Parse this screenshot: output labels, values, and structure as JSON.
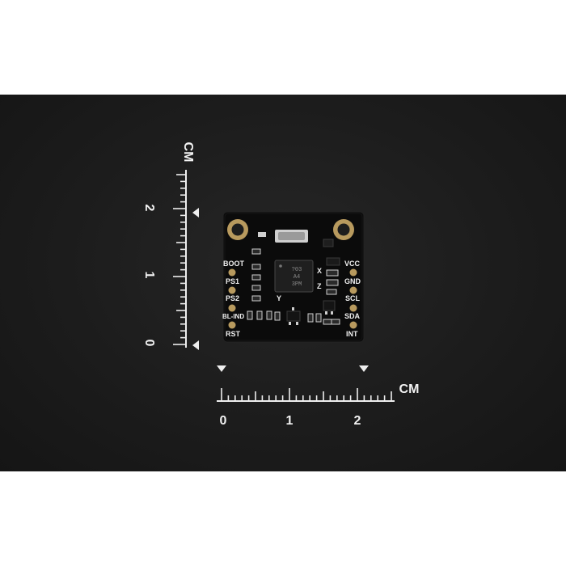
{
  "vertical_ruler": {
    "unit": "CM",
    "labels": [
      "2",
      "1",
      "0"
    ]
  },
  "horizontal_ruler": {
    "unit": "CM",
    "labels": [
      "0",
      "1",
      "2"
    ]
  },
  "board": {
    "left_pins": [
      "BOOT",
      "PS1",
      "PS2",
      "BL-IND",
      "RST"
    ],
    "right_pins": [
      "VCC",
      "GND",
      "SCL",
      "SDA",
      "INT"
    ],
    "axis_labels": [
      "X",
      "Y",
      "Z"
    ],
    "chip_marking": [
      "?03",
      "A4",
      "3PM"
    ]
  },
  "colors": {
    "background": "#1c1c1c",
    "pcb": "#0b0b0b",
    "pad_gold": "#b89a5e",
    "silkscreen": "#f0f0f0"
  }
}
